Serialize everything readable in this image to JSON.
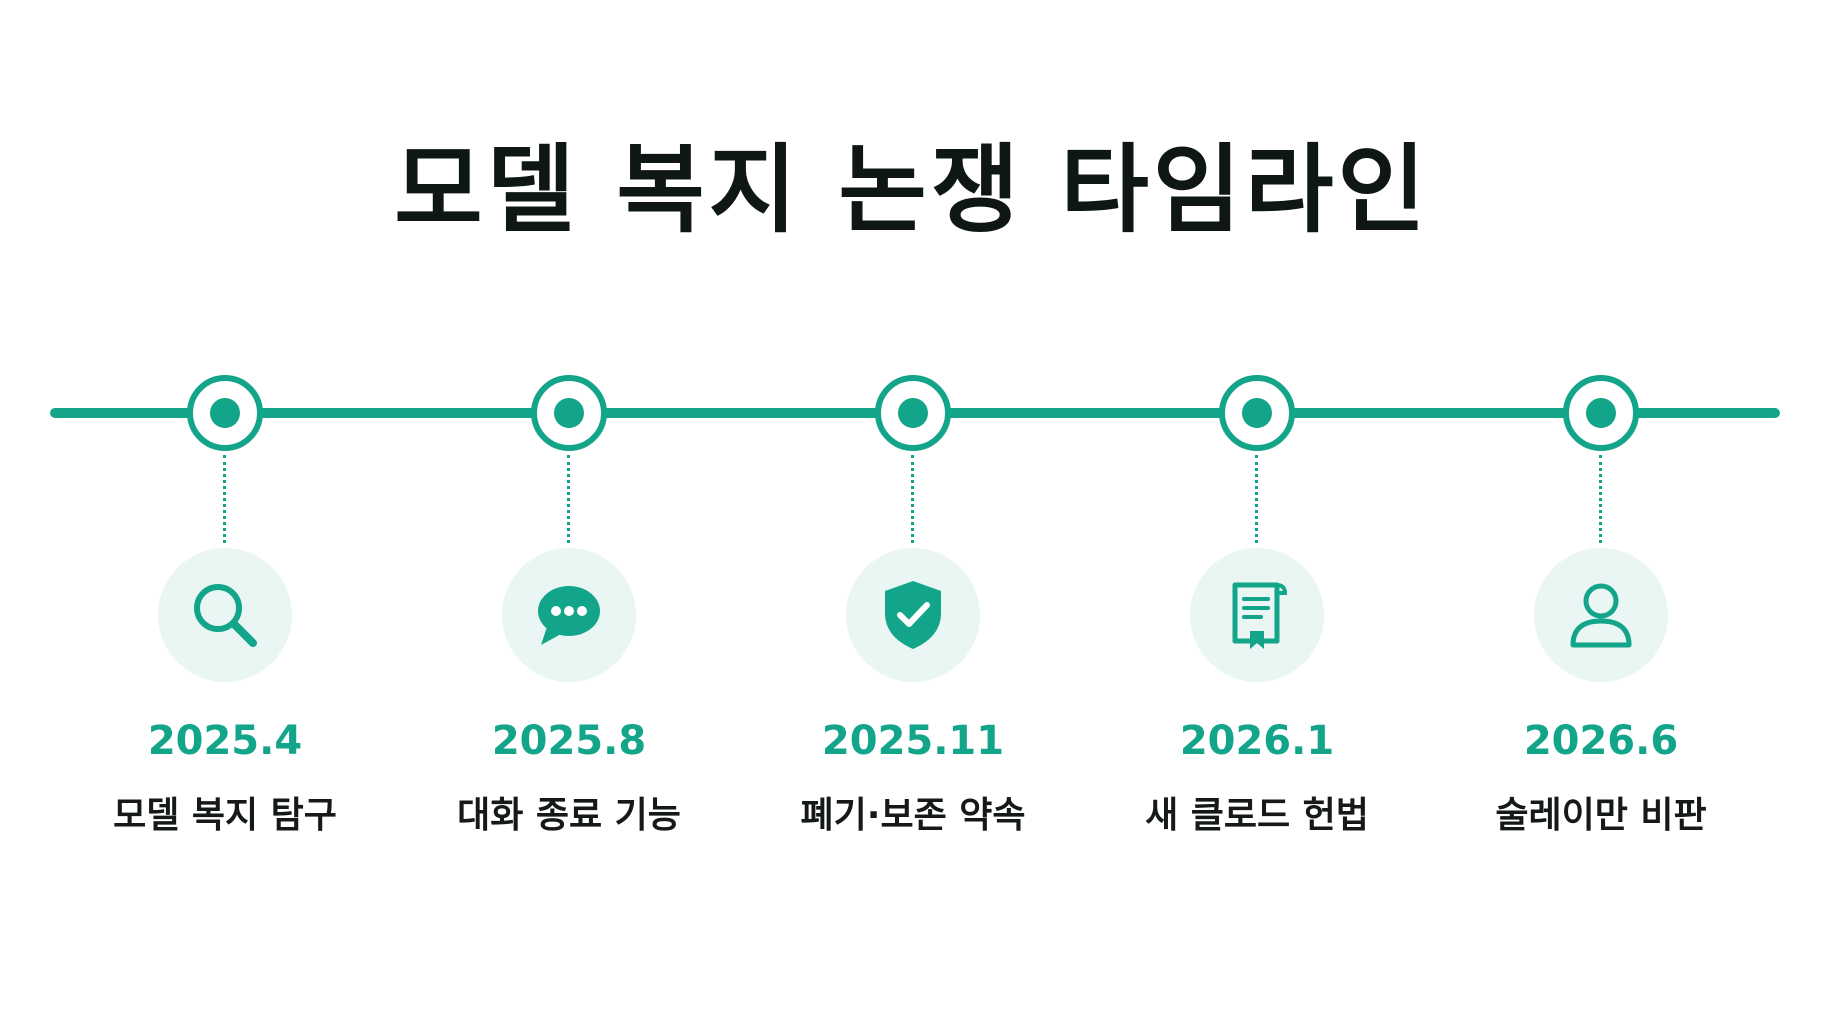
{
  "title": "모델 복지 논쟁 타임라인",
  "accent_color": "#12a58a",
  "milestones": [
    {
      "date": "2025.4",
      "label": "모델 복지 탐구",
      "icon": "search-icon"
    },
    {
      "date": "2025.8",
      "label": "대화 종료 기능",
      "icon": "chat-bubble-icon"
    },
    {
      "date": "2025.11",
      "label": "폐기·보존 약속",
      "icon": "shield-check-icon"
    },
    {
      "date": "2026.1",
      "label": "새 클로드 헌법",
      "icon": "document-certificate-icon"
    },
    {
      "date": "2026.6",
      "label": "술레이만 비판",
      "icon": "person-icon"
    }
  ]
}
